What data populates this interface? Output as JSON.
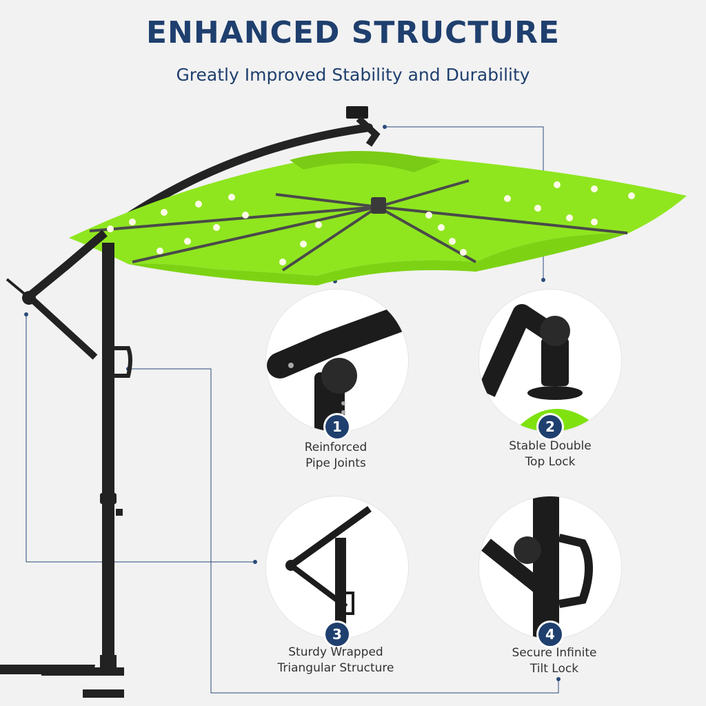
{
  "header": {
    "title": "ENHANCED STRUCTURE",
    "subtitle": "Greatly Improved Stability and Durability"
  },
  "features": [
    {
      "number": "1",
      "line1": "Reinforced",
      "line2": "Pipe Joints"
    },
    {
      "number": "2",
      "line1": "Stable Double",
      "line2": "Top Lock"
    },
    {
      "number": "3",
      "line1": "Sturdy Wrapped",
      "line2": "Triangular Structure"
    },
    {
      "number": "4",
      "line1": "Secure Infinite",
      "line2": "Tilt Lock"
    }
  ],
  "colors": {
    "accent": "#1f3f6e",
    "canopy": "#8fe61f",
    "frame": "#222222",
    "background": "#f2f2f2"
  }
}
